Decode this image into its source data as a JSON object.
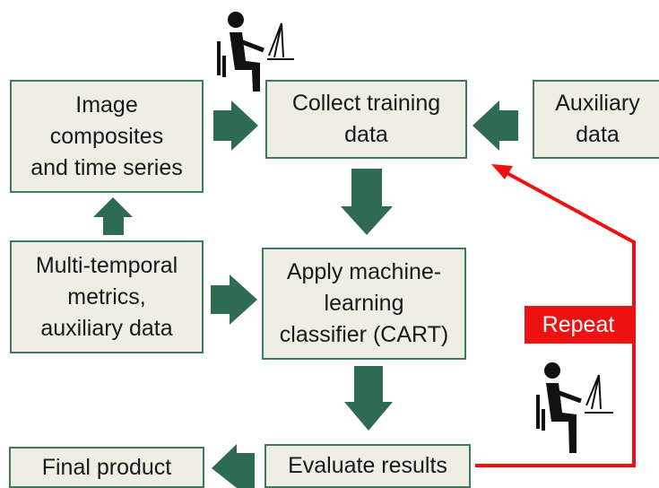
{
  "boxes": {
    "image_composites": "Image\ncomposites\nand time series",
    "collect_training": "Collect training\ndata",
    "auxiliary_data": "Auxiliary\ndata",
    "multi_temporal": "Multi-temporal\nmetrics,\nauxiliary data",
    "apply_classifier": "Apply machine-\nlearning\nclassifier (CART)",
    "final_product": "Final product",
    "evaluate_results": "Evaluate results"
  },
  "repeat_label": "Repeat",
  "colors": {
    "box_fill": "#eeeee3",
    "box_border": "#3e7a5f",
    "arrow": "#2f6b52",
    "repeat": "#ee1111",
    "figure": "#111111"
  },
  "icons": [
    "person-at-computer-icon",
    "person-at-computer-icon"
  ]
}
